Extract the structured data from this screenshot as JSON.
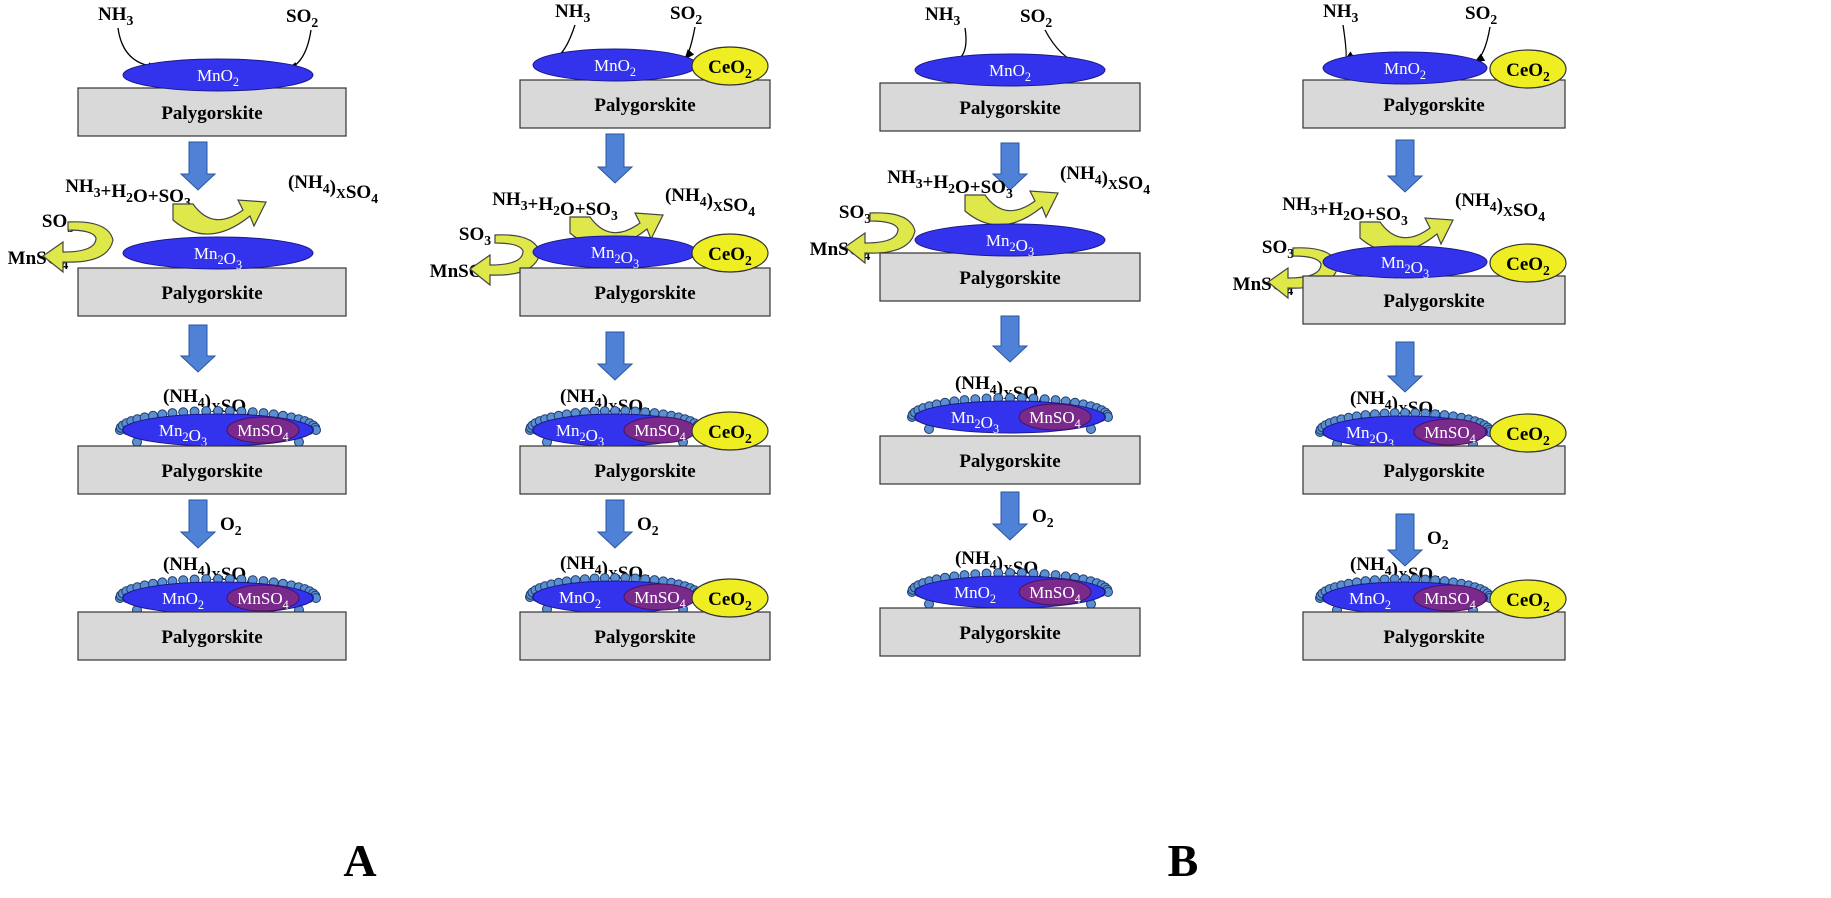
{
  "colors": {
    "oxide_blue": "#3333ee",
    "ceria_yellow": "#eeee22",
    "sulfate_purple": "#7a2a8a",
    "support_gray": "#d9d9d9",
    "flow_arrow": "#4f81d6",
    "curve_arrow": "#dfe84a",
    "deposit_dot": "#5b8fd1"
  },
  "labels": {
    "support": "Palygorskite",
    "nh3": "NH3",
    "so2": "SO2",
    "so3": "SO3",
    "mnso4": "MnSO4",
    "reactants": "NH3+H2O+SO3",
    "ammonium_sulfate": "(NH4)XSO4",
    "mno2": "MnO2",
    "mn2o3": "Mn2O3",
    "ceo2": "CeO2",
    "o2": "O2"
  },
  "panels": [
    {
      "caption": "A",
      "has_ceria": false
    },
    {
      "caption": "",
      "has_ceria": true
    },
    {
      "caption": "B",
      "has_ceria": false
    },
    {
      "caption": "",
      "has_ceria": true
    }
  ]
}
